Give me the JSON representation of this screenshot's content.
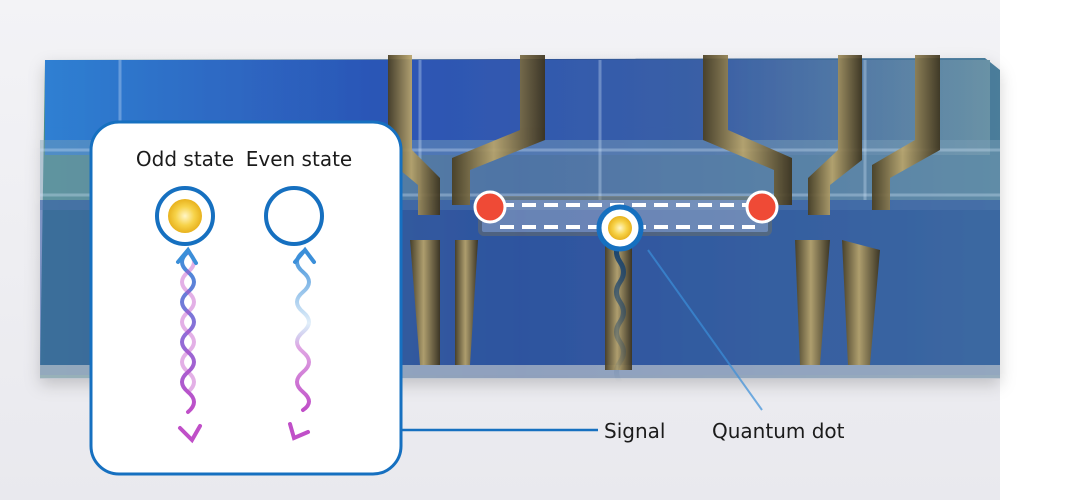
{
  "inset": {
    "odd_state_label": "Odd state",
    "even_state_label": "Even state"
  },
  "callouts": {
    "signal_label": "Signal",
    "quantum_dot_label": "Quantum dot"
  },
  "colors": {
    "ring_blue": "#1670c0",
    "dot_yellow": "#f7d34a",
    "majorana_red": "#ef4a36",
    "wave_blue": "#3b8fd9",
    "wave_magenta": "#c04fc8",
    "chip_blue": "#2a5fbe",
    "gold_electrode": "#8a7a4a"
  },
  "icons": {
    "odd_state": "filled-ring-icon",
    "even_state": "empty-ring-icon",
    "signal_out": "wavy-arrow-icon"
  }
}
